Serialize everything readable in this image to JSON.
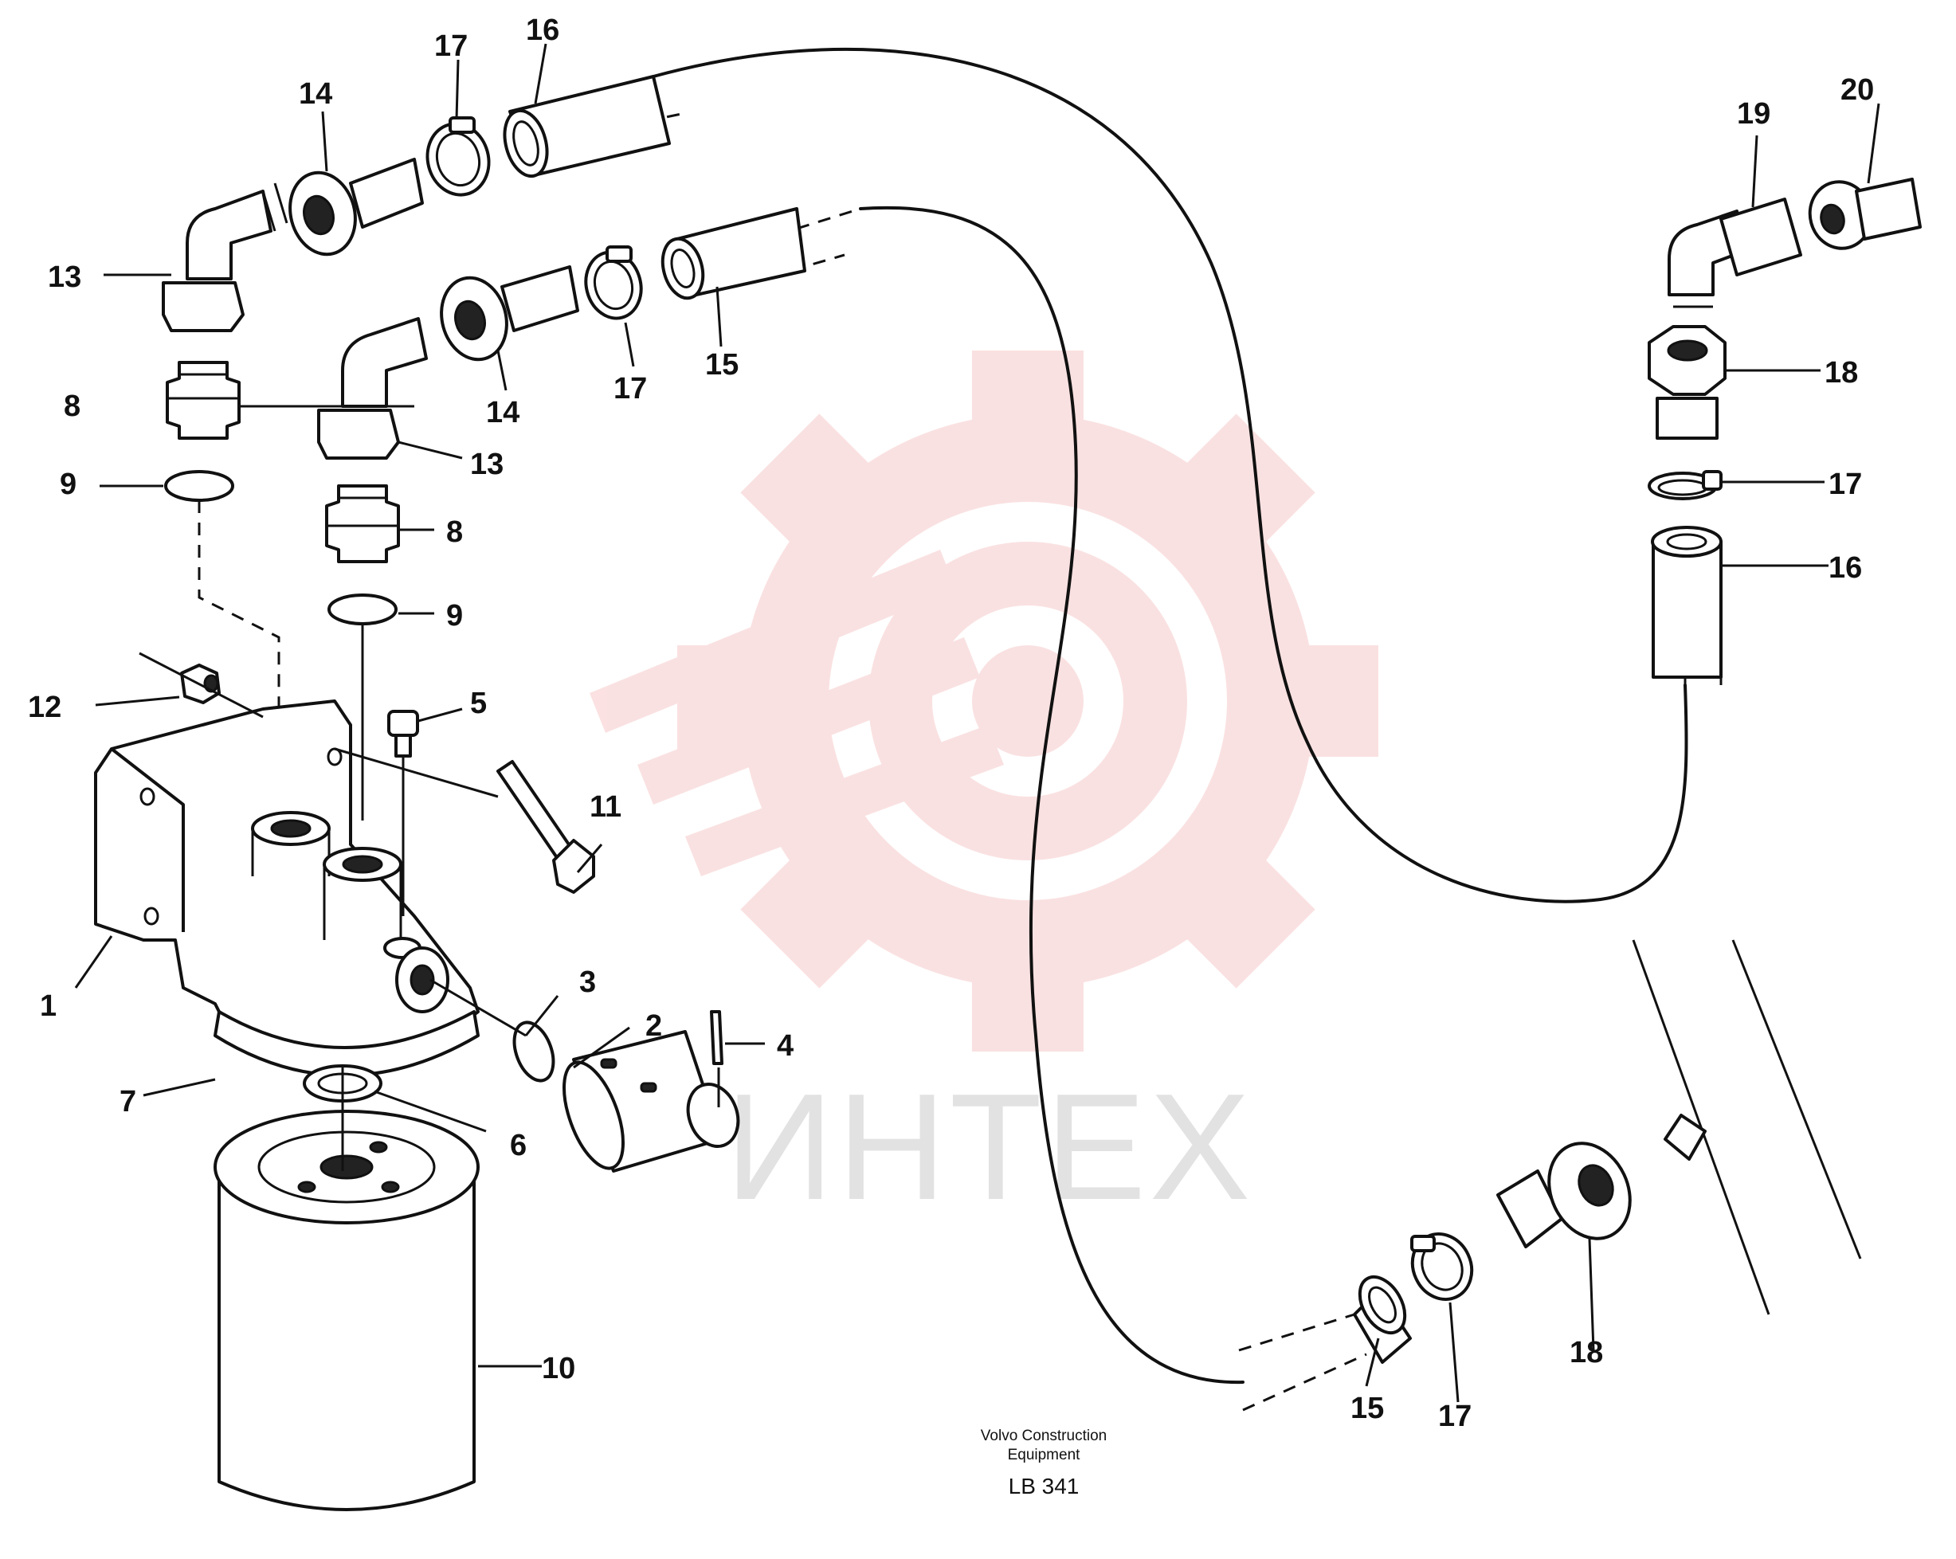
{
  "watermark": {
    "text": "ИНТЕХ",
    "logo": "gear-logo"
  },
  "part_numbers": [
    {
      "id": "1",
      "text": "1"
    },
    {
      "id": "2",
      "text": "2"
    },
    {
      "id": "3",
      "text": "3"
    },
    {
      "id": "4",
      "text": "4"
    },
    {
      "id": "5",
      "text": "5"
    },
    {
      "id": "6",
      "text": "6"
    },
    {
      "id": "7",
      "text": "7"
    },
    {
      "id": "8a",
      "text": "8"
    },
    {
      "id": "8b",
      "text": "8"
    },
    {
      "id": "9a",
      "text": "9"
    },
    {
      "id": "9b",
      "text": "9"
    },
    {
      "id": "10",
      "text": "10"
    },
    {
      "id": "11",
      "text": "11"
    },
    {
      "id": "12",
      "text": "12"
    },
    {
      "id": "13a",
      "text": "13"
    },
    {
      "id": "13b",
      "text": "13"
    },
    {
      "id": "14a",
      "text": "14"
    },
    {
      "id": "14b",
      "text": "14"
    },
    {
      "id": "15a",
      "text": "15"
    },
    {
      "id": "15b",
      "text": "15"
    },
    {
      "id": "16a",
      "text": "16"
    },
    {
      "id": "16b",
      "text": "16"
    },
    {
      "id": "17a",
      "text": "17"
    },
    {
      "id": "17b",
      "text": "17"
    },
    {
      "id": "17c",
      "text": "17"
    },
    {
      "id": "17d",
      "text": "17"
    },
    {
      "id": "18a",
      "text": "18"
    },
    {
      "id": "18b",
      "text": "18"
    },
    {
      "id": "19",
      "text": "19"
    },
    {
      "id": "20",
      "text": "20"
    }
  ],
  "caption": {
    "line1": "Volvo Construction",
    "line2": "Equipment",
    "code": "LB 341"
  }
}
